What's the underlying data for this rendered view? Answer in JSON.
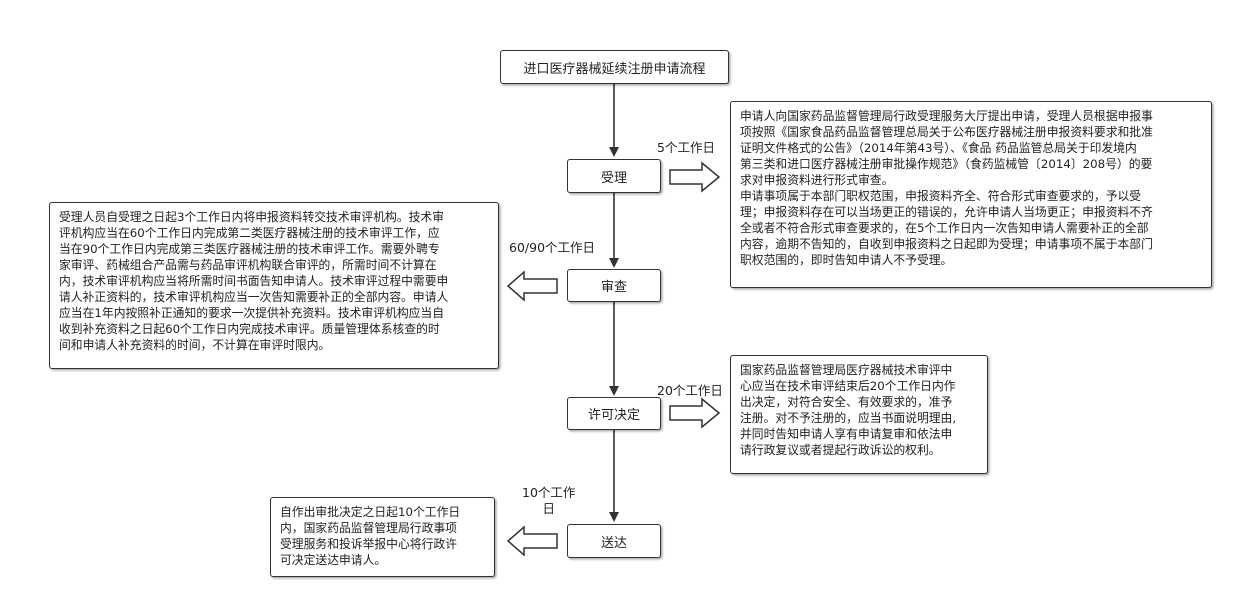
{
  "flow": {
    "title": "进口医疗器械延续注册申请流程",
    "steps": {
      "accept": "受理",
      "review": "审查",
      "decision": "许可决定",
      "deliver": "送达"
    },
    "durations": {
      "accept": "5个工作日",
      "review": "60/90个工作日",
      "decision": "20个工作日",
      "deliver": "10个工作\n日"
    },
    "notes": {
      "accept": "申请人向国家药品监督管理局行政受理服务大厅提出申请，受理人员根据申报事\n项按照《国家食品药品监督管理总局关于公布医疗器械注册申报资料要求和批准\n证明文件格式的公告》（2014年第43号）、《食品 药品监管总局关于印发境内\n第三类和进口医疗器械注册审批操作规范》（食药监械管〔2014〕208号）的要\n求对申报资料进行形式审查。\n申请事项属于本部门职权范围，申报资料齐全、符合形式审查要求的，予以受\n理；申报资料存在可以当场更正的错误的，允许申请人当场更正；申报资料不齐\n全或者不符合形式审查要求的，在5个工作日内一次告知申请人需要补正的全部\n内容，逾期不告知的，自收到申报资料之日起即为受理；申请事项不属于本部门\n职权范围的，即时告知申请人不予受理。",
      "review": "受理人员自受理之日起3个工作日内将申报资料转交技术审评机构。技术审\n评机构应当在60个工作日内完成第二类医疗器械注册的技术审评工作，应\n当在90个工作日内完成第三类医疗器械注册的技术审评工作。需要外聘专\n家审评、药械组合产品需与药品审评机构联合审评的，所需时间不计算在\n内，技术审评机构应当将所需时间书面告知申请人。技术审评过程中需要申\n请人补正资料的，技术审评机构应当一次告知需要补正的全部内容。申请人\n应当在1年内按照补正通知的要求一次提供补充资料。技术审评机构应当自\n收到补充资料之日起60个工作日内完成技术审评。质量管理体系核查的时\n间和申请人补充资料的时间，不计算在审评时限内。",
      "decision": "国家药品监督管理局医疗器械技术审评中\n心应当在技术审评结束后20个工作日内作\n出决定，对符合安全、有效要求的，准予\n注册。对不予注册的，应当书面说明理由,\n并同时告知申请人享有申请复审和依法申\n请行政复议或者提起行政诉讼的权利。",
      "deliver": "自作出审批决定之日起10个工作日\n内，国家药品监督管理局行政事项\n受理服务和投诉举报中心将行政许\n可决定送达申请人。"
    }
  }
}
